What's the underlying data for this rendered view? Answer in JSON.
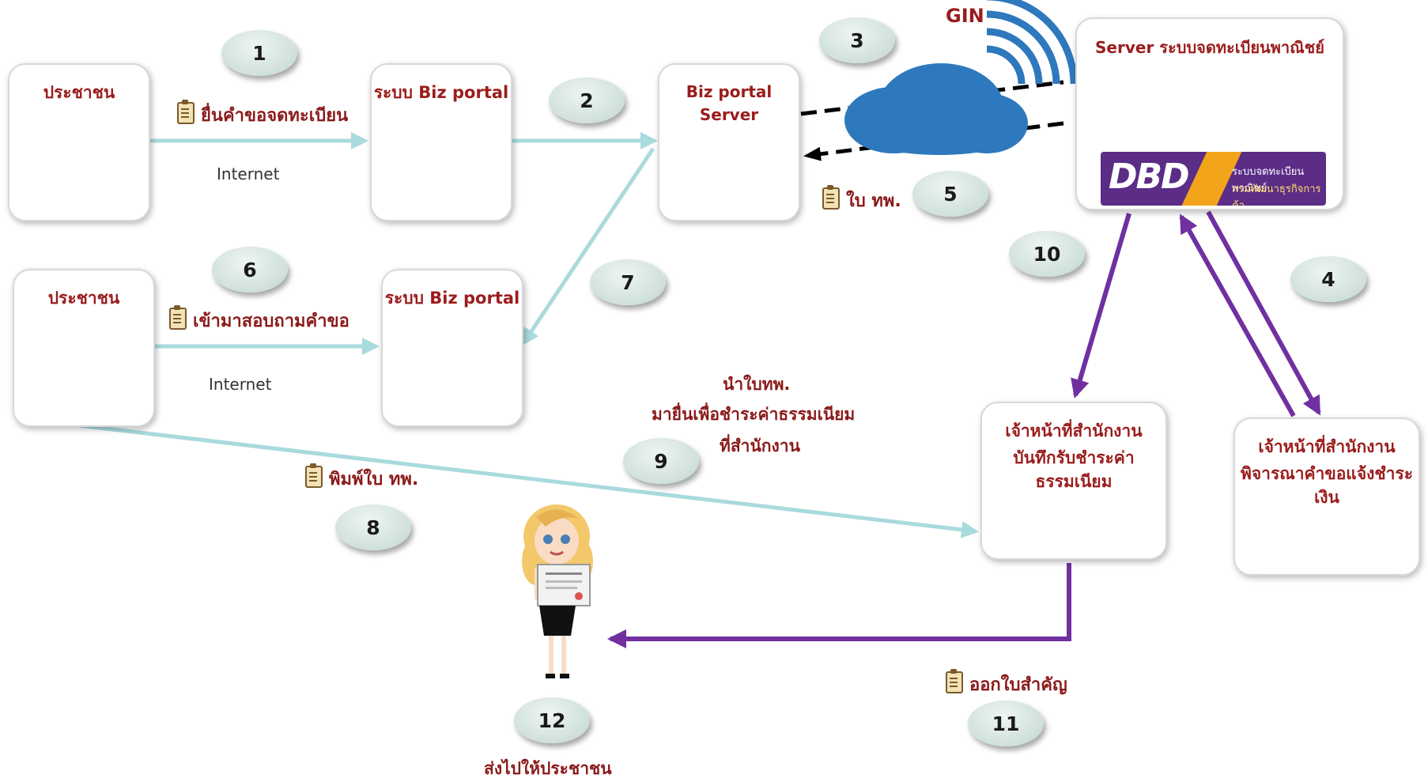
{
  "nodes": {
    "citizen1": "ประชาชน",
    "bizportal1": "ระบบ Biz portal",
    "bizserver": "Biz portal Server",
    "dbdserver": "Server ระบบจดทะเบียนพาณิชย์",
    "citizen2": "ประชาชน",
    "bizportal2": "ระบบ Biz portal",
    "officer_payment": [
      "เจ้าหน้าที่สำนักงาน",
      "บันทึกรับชำระค่าธรรมเนียม"
    ],
    "officer_review": [
      "เจ้าหน้าที่สำนักงาน",
      "พิจารณาคำขอแจ้งชำระเงิน"
    ]
  },
  "dbd_logo": {
    "mark": "DBD",
    "line1": "ระบบจดทะเบียนพาณิชย์",
    "line2": "กรมพัฒนาธุรกิจการค้า"
  },
  "gin_label": "GIN",
  "labels": {
    "submit_request": "ยื่นคำขอจดทะเบียน",
    "internet1": "Internet",
    "inquire": "เข้ามาสอบถามคำขอ",
    "internet2": "Internet",
    "payment_form": "ใบ ทพ.",
    "bring_form": [
      "นำใบทพ.",
      "มายื่นเพื่อชำระค่าธรรมเนียม",
      "ที่สำนักงาน"
    ],
    "print_form": "พิมพ์ใบ ทพ.",
    "issue_doc": "ออกใบสำคัญ",
    "send_to_citizen": "ส่งไปให้ประชาชน"
  },
  "steps": [
    "1",
    "2",
    "3",
    "4",
    "5",
    "6",
    "7",
    "8",
    "9",
    "10",
    "11",
    "12"
  ],
  "colors": {
    "light_arrow": "#a9dadd",
    "purple_arrow": "#7030a0",
    "cloud": "#2e78bd",
    "title_red": "#9b1c1c"
  }
}
